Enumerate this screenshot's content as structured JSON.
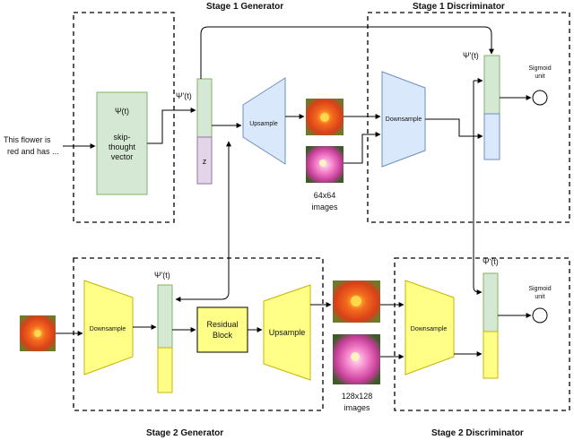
{
  "stage1": {
    "generator_title": "Stage 1 Generator",
    "discriminator_title": "Stage 1 Discriminator",
    "input_text": [
      "This flower is",
      "red and has ..."
    ],
    "psi": "Ψ(t)",
    "encoder_text": [
      "skip-",
      "thought",
      "vector"
    ],
    "psi_prime": "Ψ'(t)",
    "noise": "z",
    "upsample": "Upsample",
    "downsample": "Downsample",
    "images_caption": [
      "64x64",
      "images"
    ],
    "disc_psi": "Ψ'(t)",
    "sigmoid": [
      "Sigmoid",
      "unit"
    ]
  },
  "stage2": {
    "generator_title": "Stage 2 Generator",
    "discriminator_title": "Stage 2 Discriminator",
    "psi_prime": "Ψ'(t)",
    "downsample": "Downsample",
    "residual": [
      "Residual",
      "Block"
    ],
    "upsample": "Upsample",
    "images_caption": [
      "128x128",
      "images"
    ],
    "disc_downsample": "Downsample",
    "disc_psi": "Ψ'(t)",
    "sigmoid": [
      "Sigmoid",
      "unit"
    ]
  },
  "colors": {
    "green": "#d5e8d4",
    "green_stroke": "#82b366",
    "blue": "#dae8fc",
    "blue_stroke": "#6c8ebf",
    "purple": "#e1d5e7",
    "purple_stroke": "#9673a6",
    "yellow": "#ffff88",
    "yellow_stroke": "#c8b400"
  }
}
